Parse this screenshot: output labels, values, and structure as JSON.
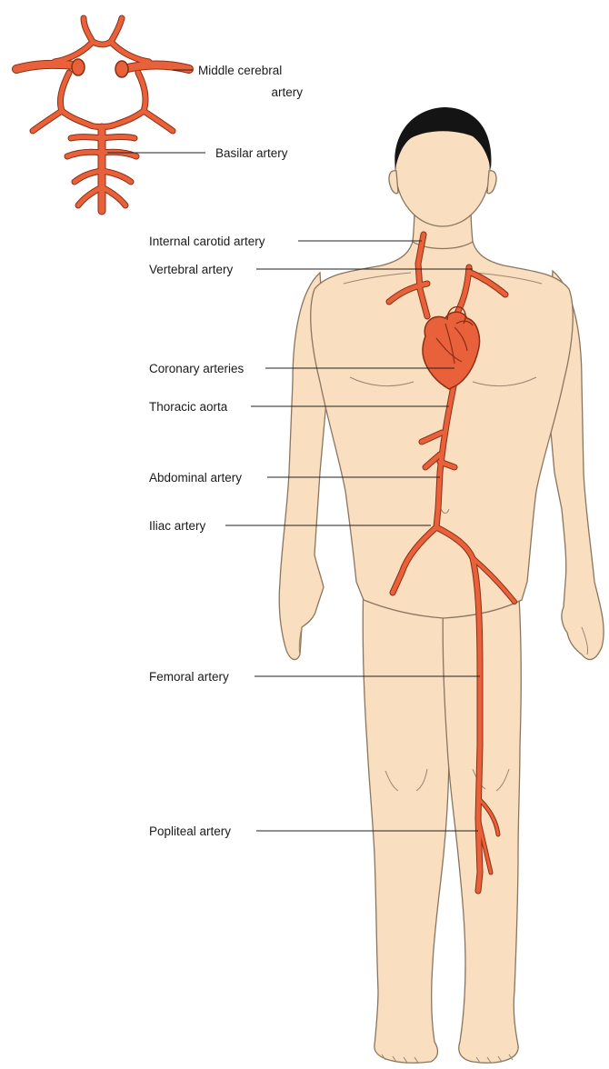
{
  "colors": {
    "artery": "#e8613a",
    "artery_outline": "#8c2e14",
    "skin": "#f9dfbf",
    "hair": "#141414",
    "line": "#222222"
  },
  "labels": {
    "middle_cerebral_line1": "Middle cerebral",
    "middle_cerebral_line2": "artery",
    "basilar": "Basilar artery",
    "internal_carotid": "Internal carotid artery",
    "vertebral": "Vertebral artery",
    "coronary": "Coronary arteries",
    "thoracic_aorta": "Thoracic aorta",
    "abdominal": "Abdominal artery",
    "iliac": "Iliac artery",
    "femoral": "Femoral artery",
    "popliteal": "Popliteal artery"
  }
}
